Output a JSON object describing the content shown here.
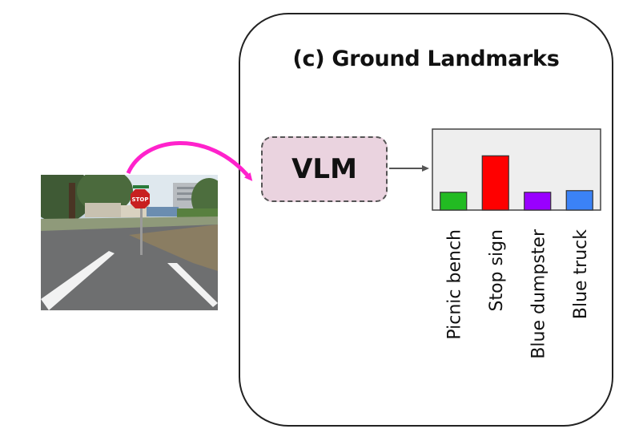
{
  "panel": {
    "title": "(c) Ground Landmarks",
    "model_label": "VLM"
  },
  "photo": {
    "sign_text": "STOP"
  },
  "colors": {
    "arrow": "#ff22cc",
    "vlm_fill": "#ead3df",
    "chart_bg": "#eeeeee"
  },
  "chart_data": {
    "type": "bar",
    "categories": [
      "Picnic bench",
      "Stop sign",
      "Blue dumpster",
      "Blue truck"
    ],
    "values": [
      0.22,
      0.67,
      0.22,
      0.24
    ],
    "colors": [
      "#22bb22",
      "#ff0000",
      "#9900ff",
      "#3b82f6"
    ],
    "ylim": [
      0,
      1
    ],
    "grid": false,
    "legend": "none",
    "title": "",
    "xlabel": "",
    "ylabel": ""
  }
}
